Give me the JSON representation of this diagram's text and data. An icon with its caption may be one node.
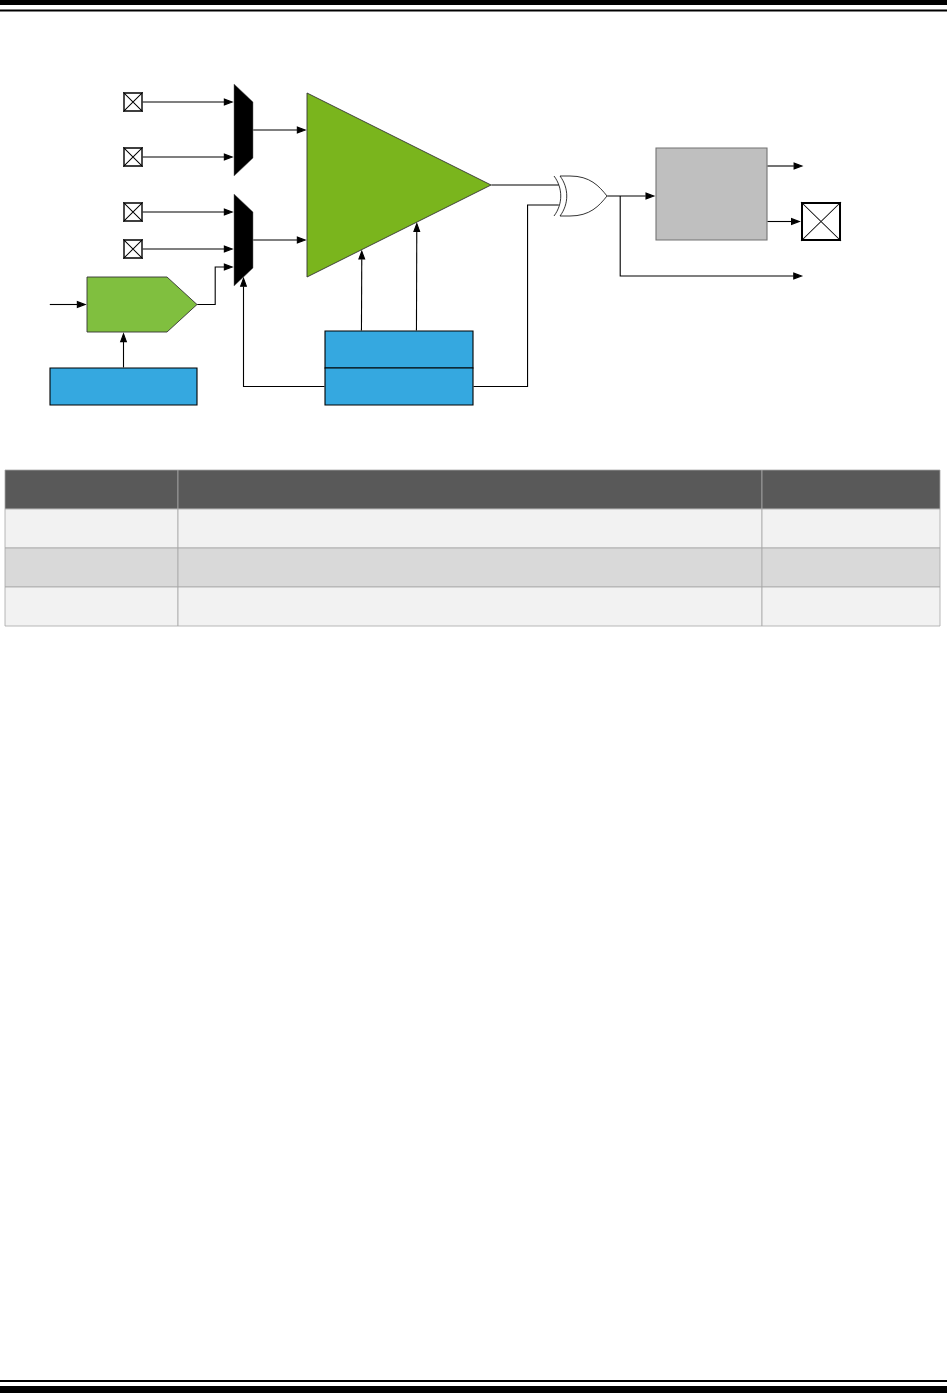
{
  "diagram": {
    "nodes": [
      {
        "text": [],
        "shape": "pin"
      },
      {
        "text": [],
        "shape": "pin"
      },
      {
        "text": [],
        "shape": "pin"
      },
      {
        "text": [],
        "shape": "pin"
      },
      {
        "text": [],
        "shape": "trapezoid"
      },
      {
        "text": [],
        "shape": "trapezoid"
      },
      {
        "text": [],
        "shape": "triangle"
      },
      {
        "text": [],
        "shape": "pentagon"
      },
      {
        "text": [],
        "shape": "box"
      },
      {
        "text": [],
        "shape": "box"
      },
      {
        "text": [],
        "shape": "box"
      },
      {
        "text": [],
        "shape": "gate"
      },
      {
        "text": [],
        "shape": "box"
      },
      {
        "text": [],
        "shape": "pin"
      }
    ],
    "edges": [
      {
        "from": 0,
        "to": 4,
        "arrow": "to"
      },
      {
        "from": 1,
        "to": 4,
        "arrow": "to"
      },
      {
        "from": 2,
        "to": 5,
        "arrow": "to"
      },
      {
        "from": 3,
        "to": 5,
        "arrow": "to"
      },
      {
        "from": 7,
        "to": 5,
        "arrow": "to"
      },
      {
        "from": null,
        "to": 7,
        "arrow": "to"
      },
      {
        "from": 8,
        "to": 7,
        "arrow": "to"
      },
      {
        "from": 4,
        "to": 6,
        "arrow": "to"
      },
      {
        "from": 5,
        "to": 6,
        "arrow": "to"
      },
      {
        "from": 9,
        "to": 6,
        "arrow": "to"
      },
      {
        "from": 9,
        "to": 6,
        "arrow": "to"
      },
      {
        "from": 10,
        "to": 5,
        "arrow": "to"
      },
      {
        "from": 10,
        "to": 11,
        "arrow": "none"
      },
      {
        "from": 6,
        "to": 11,
        "arrow": "none"
      },
      {
        "from": 11,
        "to": 12,
        "arrow": "to"
      },
      {
        "from": 11,
        "to": null,
        "arrow": "to"
      },
      {
        "from": 12,
        "to": null,
        "arrow": "to"
      },
      {
        "from": 12,
        "to": 13,
        "arrow": "to"
      }
    ]
  }
}
